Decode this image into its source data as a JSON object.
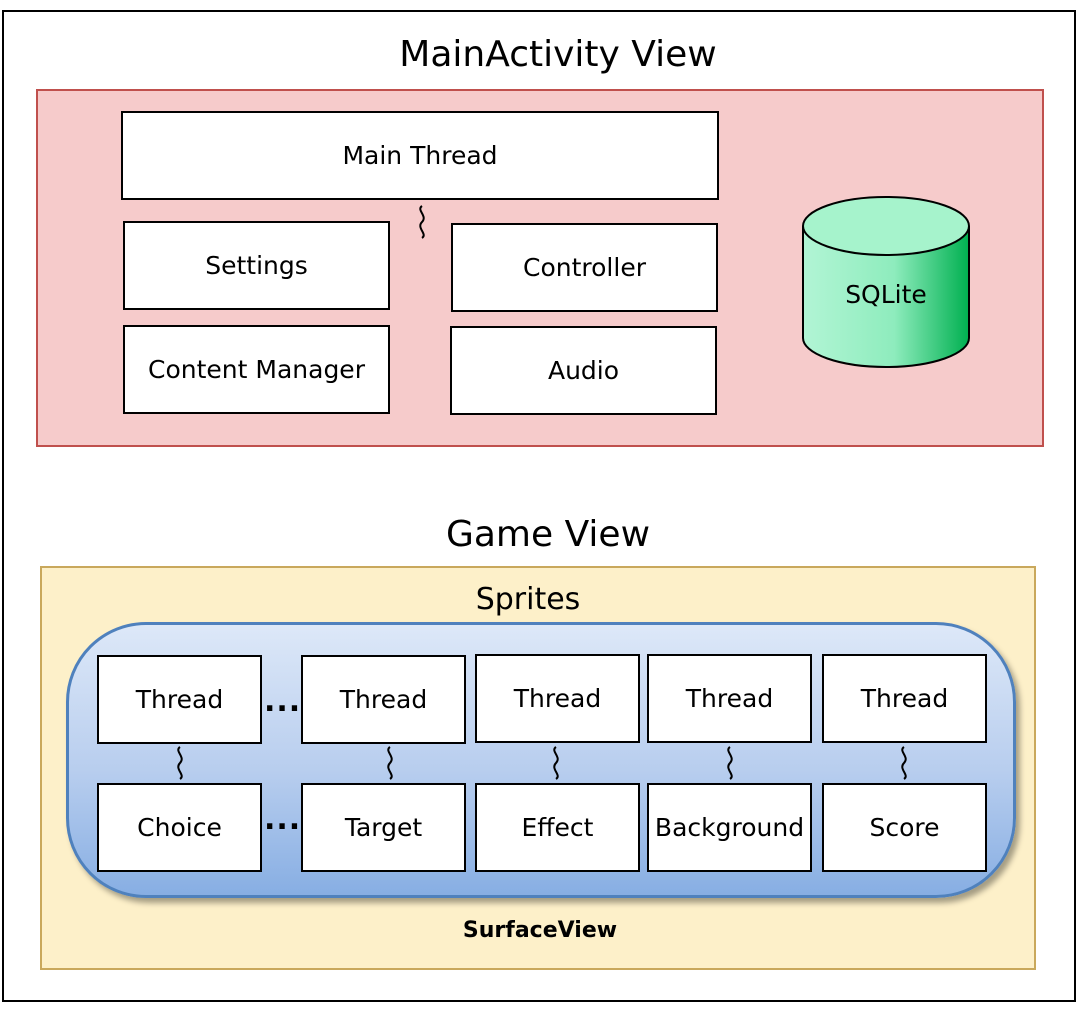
{
  "main_activity": {
    "title": "MainActivity View",
    "main_thread": "Main Thread",
    "settings": "Settings",
    "controller": "Controller",
    "content_manager": "Content Manager",
    "audio": "Audio",
    "database": "SQLite"
  },
  "game": {
    "title": "Game View",
    "sprites_label": "Sprites",
    "surface_label": "SurfaceView",
    "ellipsis": "...",
    "threads": [
      "Thread",
      "Thread",
      "Thread",
      "Thread",
      "Thread"
    ],
    "components": [
      "Choice",
      "Target",
      "Effect",
      "Background",
      "Score"
    ]
  },
  "colors": {
    "main_panel_fill": "#f6cbcb",
    "main_panel_border": "#c0504d",
    "game_panel_fill": "#fdf0c9",
    "surface_border": "#4f81bd",
    "db_fill": "#a6f3cc",
    "db_accent": "#00b050"
  }
}
